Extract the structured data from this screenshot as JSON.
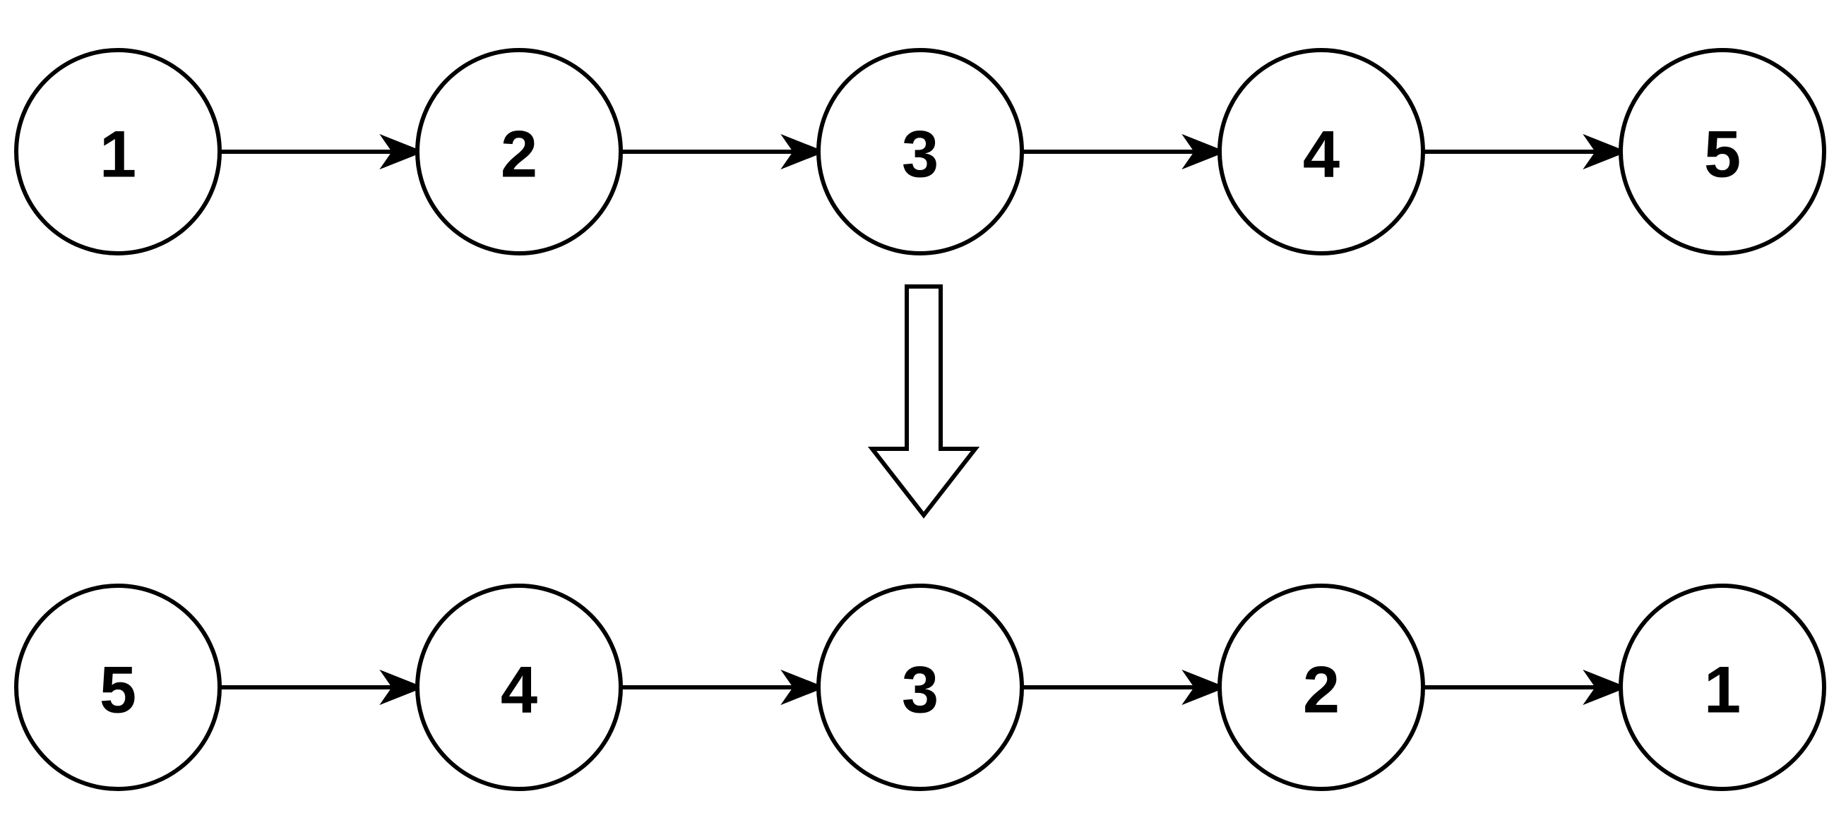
{
  "diagram": {
    "type": "linked-list-reversal",
    "colors": {
      "stroke": "#000000",
      "fill": "#ffffff",
      "text": "#000000"
    },
    "rows": [
      {
        "id": "original",
        "nodes": [
          "1",
          "2",
          "3",
          "4",
          "5"
        ]
      },
      {
        "id": "reversed",
        "nodes": [
          "5",
          "4",
          "3",
          "2",
          "1"
        ]
      }
    ],
    "transform_arrow": {
      "icon": "hollow-down-arrow-icon",
      "direction": "down"
    }
  }
}
